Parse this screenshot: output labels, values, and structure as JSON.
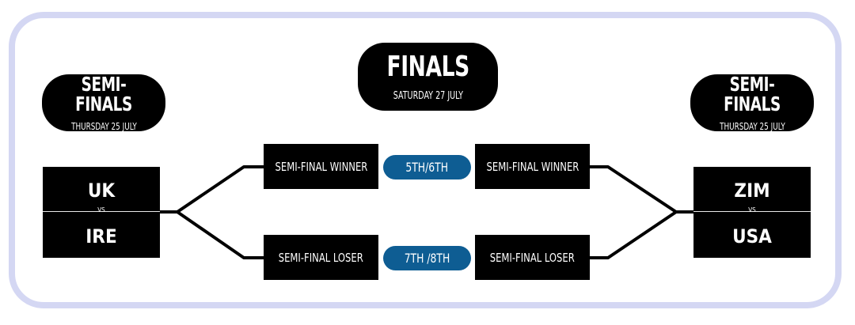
{
  "left_semi": {
    "title": "SEMI-FINALS",
    "date": "THURSDAY 25 JULY",
    "team_top": "UK",
    "vs": "VS",
    "team_bottom": "IRE"
  },
  "right_semi": {
    "title": "SEMI-FINALS",
    "date": "THURSDAY 25 JULY",
    "team_top": "ZIM",
    "vs": "VS",
    "team_bottom": "USA"
  },
  "finals": {
    "title": "FINALS",
    "date": "SATURDAY 27 JULY"
  },
  "slots": {
    "winner_left": "SEMI-FINAL WINNER",
    "winner_right": "SEMI-FINAL WINNER",
    "loser_left": "SEMI-FINAL LOSER",
    "loser_right": "SEMI-FINAL LOSER"
  },
  "placements": {
    "upper": "5TH/6TH",
    "lower": "7TH /8TH"
  },
  "colors": {
    "frame": "#d4d7f3",
    "badge": "#0e5d93",
    "box": "#000000"
  }
}
